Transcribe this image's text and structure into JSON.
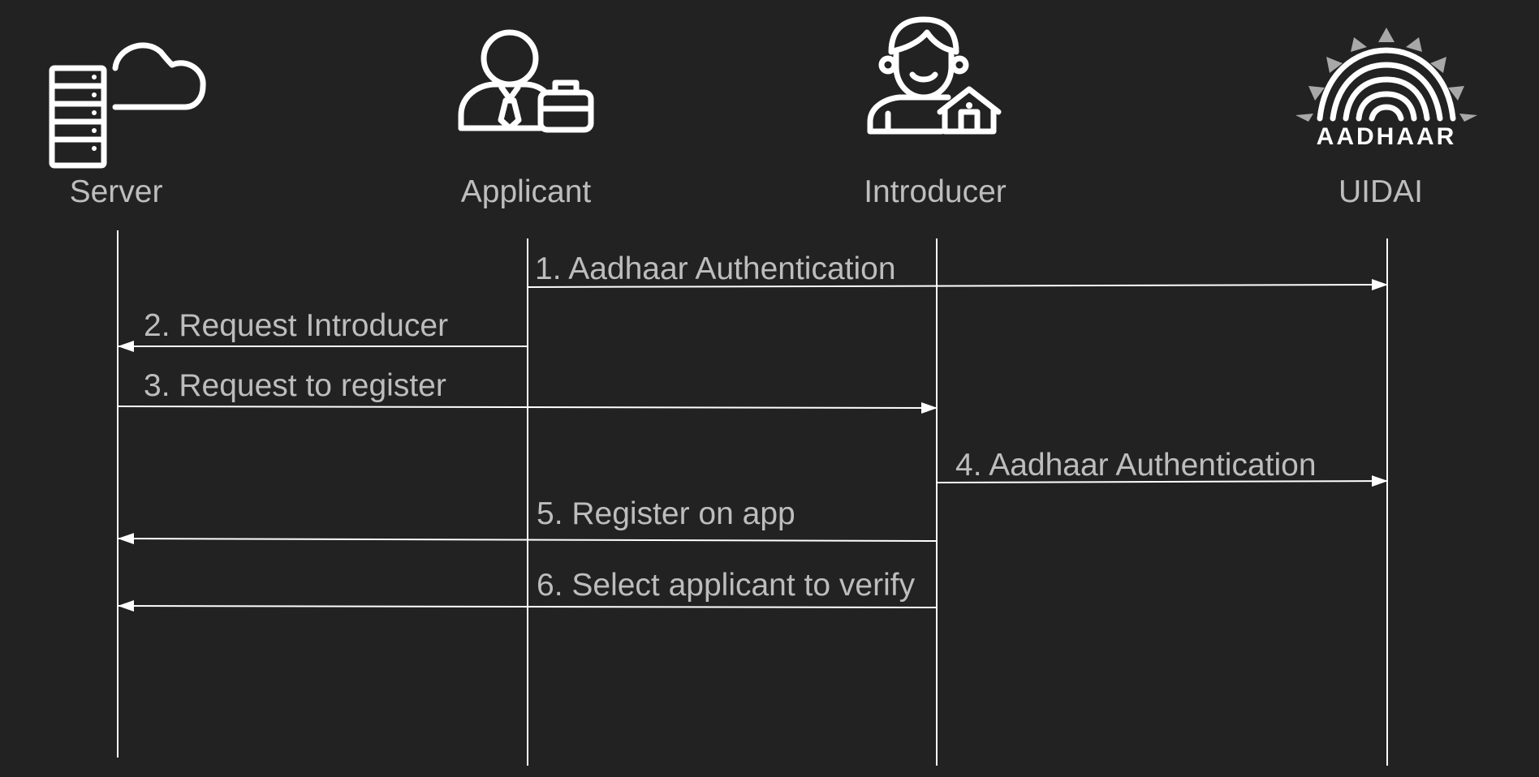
{
  "diagram": {
    "background": "#222222",
    "line_color": "#ffffff",
    "text_color": "#bdbdbd",
    "actors": [
      {
        "id": "server",
        "label": "Server",
        "icon": "server-cloud-icon"
      },
      {
        "id": "applicant",
        "label": "Applicant",
        "icon": "businessman-briefcase-icon"
      },
      {
        "id": "introducer",
        "label": "Introducer",
        "icon": "person-house-icon"
      },
      {
        "id": "uidai",
        "label": "UIDAI",
        "icon": "aadhaar-logo-icon",
        "logo_text": "AADHAAR"
      }
    ],
    "messages": [
      {
        "label": "1. Aadhaar Authentication",
        "from": "applicant",
        "to": "uidai"
      },
      {
        "label": "2. Request Introducer",
        "from": "applicant",
        "to": "server"
      },
      {
        "label": "3. Request to register",
        "from": "server",
        "to": "introducer"
      },
      {
        "label": "4. Aadhaar Authentication",
        "from": "introducer",
        "to": "uidai"
      },
      {
        "label": "5. Register on app",
        "from": "introducer",
        "to": "server"
      },
      {
        "label": "6. Select applicant to verify",
        "from": "introducer",
        "to": "server"
      }
    ]
  }
}
